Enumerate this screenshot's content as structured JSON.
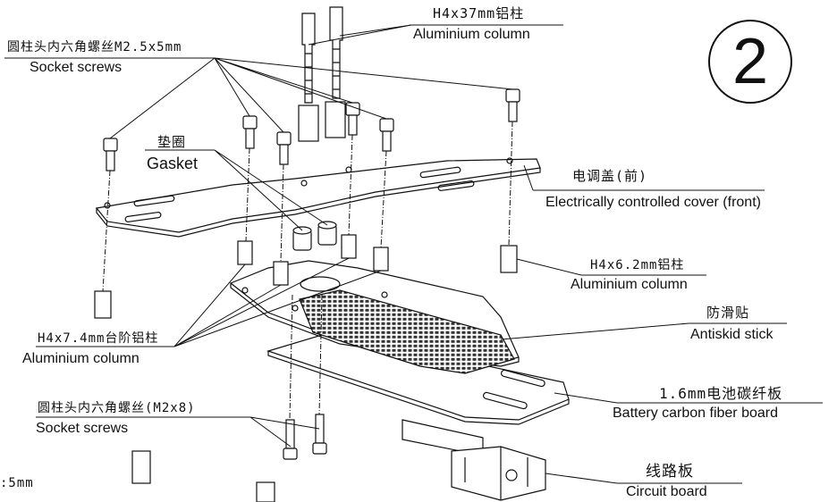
{
  "step_number": "2",
  "labels": {
    "socket_top_cn": "圆柱头内六角螺丝M2.5x5mm",
    "socket_top_en": "Socket screws",
    "col37_cn": "H4x37mm铝柱",
    "col37_en": "Aluminium column",
    "gasket_cn": "垫圈",
    "gasket_en": "Gasket",
    "esc_cover_cn": "电调盖(前)",
    "esc_cover_en": "Electrically controlled cover (front)",
    "col62_cn": "H4x6.2mm铝柱",
    "col62_en": "Aluminium column",
    "col74_cn": "H4x7.4mm台阶铝柱",
    "col74_en": "Aluminium column",
    "antiskid_cn": "防滑贴",
    "antiskid_en": "Antiskid stick",
    "battery_cn": "1.6mm电池碳纤板",
    "battery_en": "Battery carbon fiber board",
    "socket_bottom_cn": "圆柱头内六角螺丝(M2x8)",
    "socket_bottom_en": "Socket screws",
    "circuit_cn": "线路板",
    "circuit_en": "Circuit board",
    "partial_cut": ":5mm"
  }
}
